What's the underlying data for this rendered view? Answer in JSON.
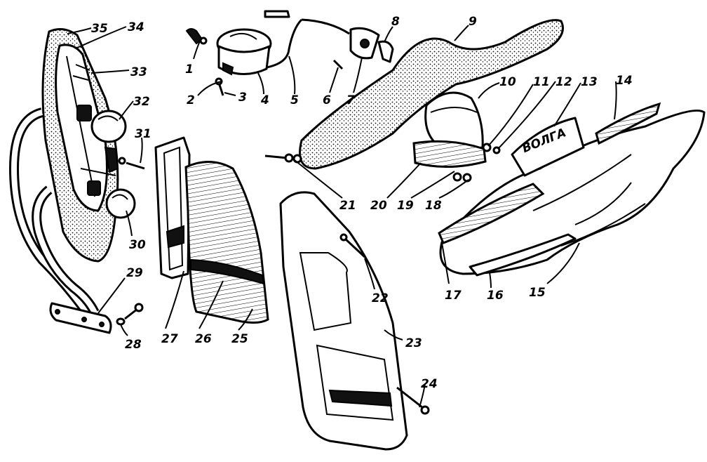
{
  "callouts": [
    {
      "id": "1",
      "text": "1"
    },
    {
      "id": "2",
      "text": "2"
    },
    {
      "id": "3",
      "text": "3"
    },
    {
      "id": "4",
      "text": "4"
    },
    {
      "id": "5",
      "text": "5"
    },
    {
      "id": "6",
      "text": "6"
    },
    {
      "id": "7",
      "text": "7"
    },
    {
      "id": "8",
      "text": "8"
    },
    {
      "id": "9",
      "text": "9"
    },
    {
      "id": "10",
      "text": "10"
    },
    {
      "id": "11",
      "text": "11"
    },
    {
      "id": "12",
      "text": "12"
    },
    {
      "id": "13",
      "text": "13"
    },
    {
      "id": "14",
      "text": "14"
    },
    {
      "id": "15",
      "text": "15"
    },
    {
      "id": "16",
      "text": "16"
    },
    {
      "id": "17",
      "text": "17"
    },
    {
      "id": "18",
      "text": "18"
    },
    {
      "id": "19",
      "text": "19"
    },
    {
      "id": "20",
      "text": "20"
    },
    {
      "id": "21",
      "text": "21"
    },
    {
      "id": "22",
      "text": "22"
    },
    {
      "id": "23",
      "text": "23"
    },
    {
      "id": "24",
      "text": "24"
    },
    {
      "id": "25",
      "text": "25"
    },
    {
      "id": "26",
      "text": "26"
    },
    {
      "id": "27",
      "text": "27"
    },
    {
      "id": "28",
      "text": "28"
    },
    {
      "id": "29",
      "text": "29"
    },
    {
      "id": "30",
      "text": "30"
    },
    {
      "id": "31",
      "text": "31"
    },
    {
      "id": "32",
      "text": "32"
    },
    {
      "id": "33",
      "text": "33"
    },
    {
      "id": "34",
      "text": "34"
    },
    {
      "id": "35",
      "text": "35"
    }
  ],
  "badge_text": "ВОЛГА"
}
